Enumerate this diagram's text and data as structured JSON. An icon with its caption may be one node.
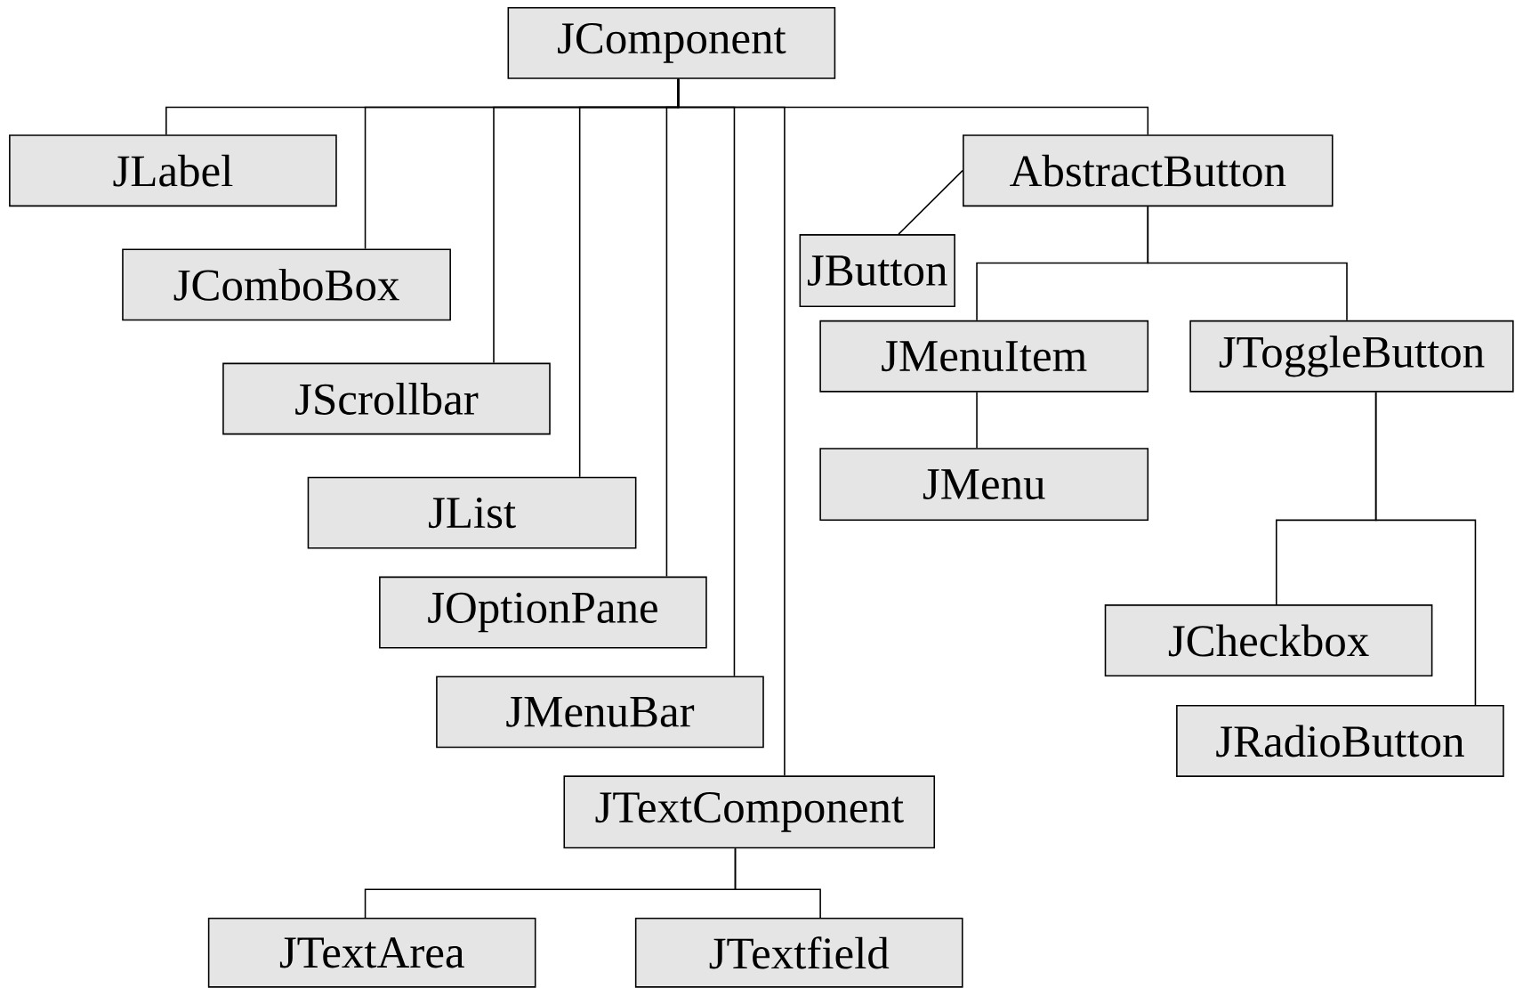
{
  "diagram": {
    "nodes": [
      {
        "text": [
          "JComponent"
        ]
      },
      {
        "text": [
          "JLabel"
        ]
      },
      {
        "text": [
          "AbstractButton"
        ]
      },
      {
        "text": [
          "JComboBox"
        ]
      },
      {
        "text": [
          "JButton"
        ]
      },
      {
        "text": [
          "JMenuItem"
        ]
      },
      {
        "text": [
          "JToggleButton"
        ]
      },
      {
        "text": [
          "JScrollbar"
        ]
      },
      {
        "text": [
          "JMenu"
        ]
      },
      {
        "text": [
          "JList"
        ]
      },
      {
        "text": [
          "JOptionPane"
        ]
      },
      {
        "text": [
          "JCheckbox"
        ]
      },
      {
        "text": [
          "JMenuBar"
        ]
      },
      {
        "text": [
          "JRadioButton"
        ]
      },
      {
        "text": [
          "JTextComponent"
        ]
      },
      {
        "text": [
          "JTextArea"
        ]
      },
      {
        "text": [
          "JTextfield"
        ]
      }
    ],
    "edges": [
      {
        "from": 0,
        "to": 1,
        "arrow": "none"
      },
      {
        "from": 0,
        "to": 3,
        "arrow": "none"
      },
      {
        "from": 0,
        "to": 7,
        "arrow": "none"
      },
      {
        "from": 0,
        "to": 9,
        "arrow": "none"
      },
      {
        "from": 0,
        "to": 10,
        "arrow": "none"
      },
      {
        "from": 0,
        "to": 12,
        "arrow": "none"
      },
      {
        "from": 0,
        "to": 14,
        "arrow": "none"
      },
      {
        "from": 0,
        "to": 2,
        "arrow": "none"
      },
      {
        "from": 2,
        "to": 4,
        "arrow": "none"
      },
      {
        "from": 2,
        "to": 5,
        "arrow": "none"
      },
      {
        "from": 2,
        "to": 6,
        "arrow": "none"
      },
      {
        "from": 5,
        "to": 8,
        "arrow": "none"
      },
      {
        "from": 6,
        "to": 11,
        "arrow": "none"
      },
      {
        "from": 6,
        "to": 13,
        "arrow": "none"
      },
      {
        "from": 14,
        "to": 15,
        "arrow": "none"
      },
      {
        "from": 14,
        "to": 16,
        "arrow": "none"
      }
    ]
  }
}
